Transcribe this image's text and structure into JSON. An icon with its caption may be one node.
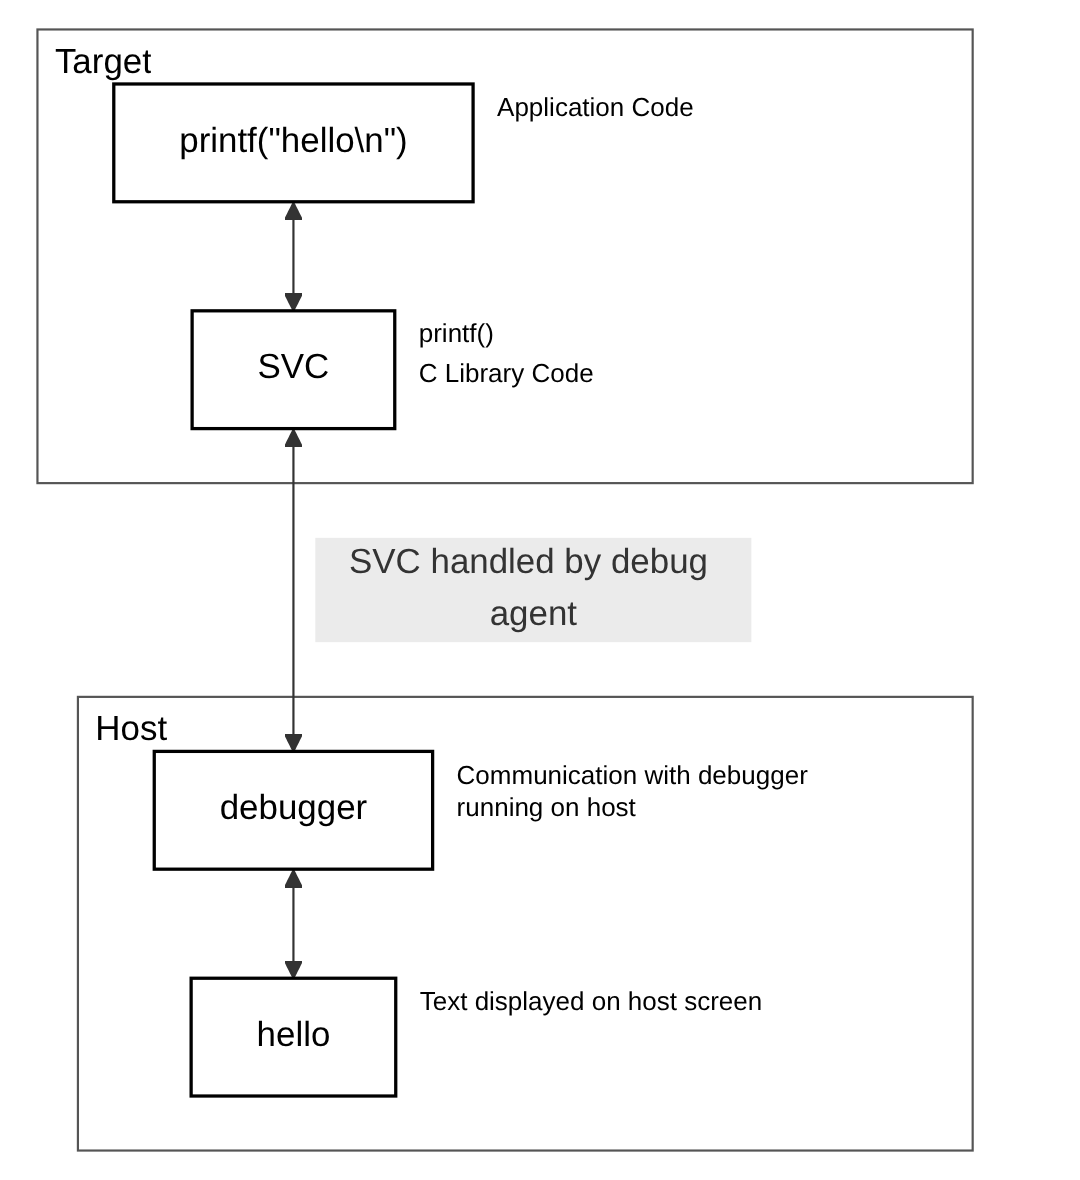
{
  "diagram": {
    "nodes": [
      {
        "text": [
          "Target"
        ]
      },
      {
        "text": [
          "printf(\"hello\\n\")"
        ],
        "in": 0,
        "beside": [
          "Application Code"
        ]
      },
      {
        "text": [
          "SVC"
        ],
        "in": 0,
        "beside": [
          "printf()",
          "C Library Code"
        ]
      },
      {
        "text": [
          "Host"
        ]
      },
      {
        "text": [
          "debugger"
        ],
        "in": 3,
        "beside": [
          "Communication with debugger running on host"
        ]
      },
      {
        "text": [
          "hello"
        ],
        "in": 3,
        "beside": [
          "Text displayed on host screen"
        ]
      }
    ],
    "edges": [
      {
        "from": 1,
        "to": 2,
        "arrow": "both"
      },
      {
        "from": 2,
        "to": 4,
        "arrow": "both",
        "label": "SVC handled by debug agent"
      },
      {
        "from": 4,
        "to": 5,
        "arrow": "both"
      }
    ]
  }
}
